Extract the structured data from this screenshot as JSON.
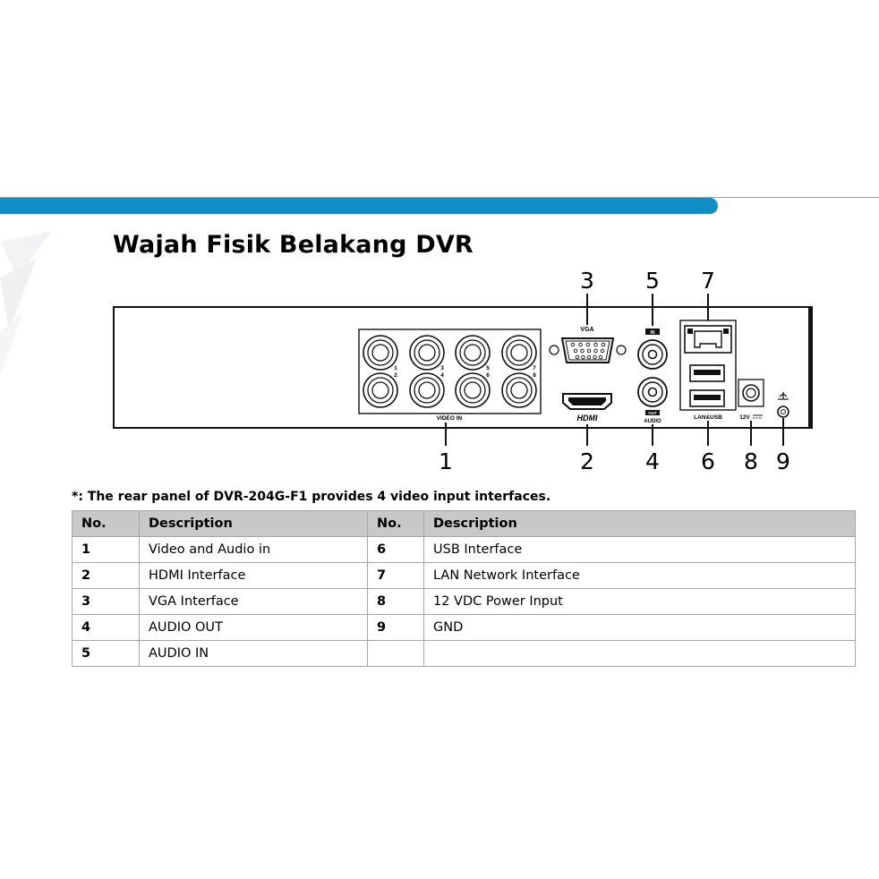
{
  "title": "Wajah Fisik Belakang DVR",
  "panel": {
    "labels": {
      "vga": "VGA",
      "in": "IN",
      "out": "OUT",
      "audio": "AUDIO",
      "hdmi": "HDMI",
      "lan_usb": "LAN&USB",
      "power": "12V",
      "video_in": "VIDEO IN"
    },
    "channels": [
      "1",
      "2",
      "3",
      "4",
      "5",
      "6",
      "7",
      "8"
    ],
    "callouts": [
      "1",
      "2",
      "3",
      "4",
      "5",
      "6",
      "7",
      "8",
      "9"
    ]
  },
  "note": "*: The rear panel of DVR-204G-F1 provides 4 video input interfaces.",
  "table": {
    "headers": [
      "No.",
      "Description",
      "No.",
      "Description"
    ],
    "rows": [
      [
        "1",
        "Video and Audio in",
        "6",
        "USB Interface"
      ],
      [
        "2",
        "HDMI Interface",
        "7",
        "LAN Network Interface"
      ],
      [
        "3",
        "VGA Interface",
        "8",
        "12 VDC Power Input"
      ],
      [
        "4",
        "AUDIO OUT",
        "9",
        "GND"
      ],
      [
        "5",
        "AUDIO IN",
        "",
        ""
      ]
    ]
  },
  "colors": {
    "accent_bar": "#0f8fc6",
    "table_header": "#c8c8c8",
    "border": "#a6a6a6"
  }
}
